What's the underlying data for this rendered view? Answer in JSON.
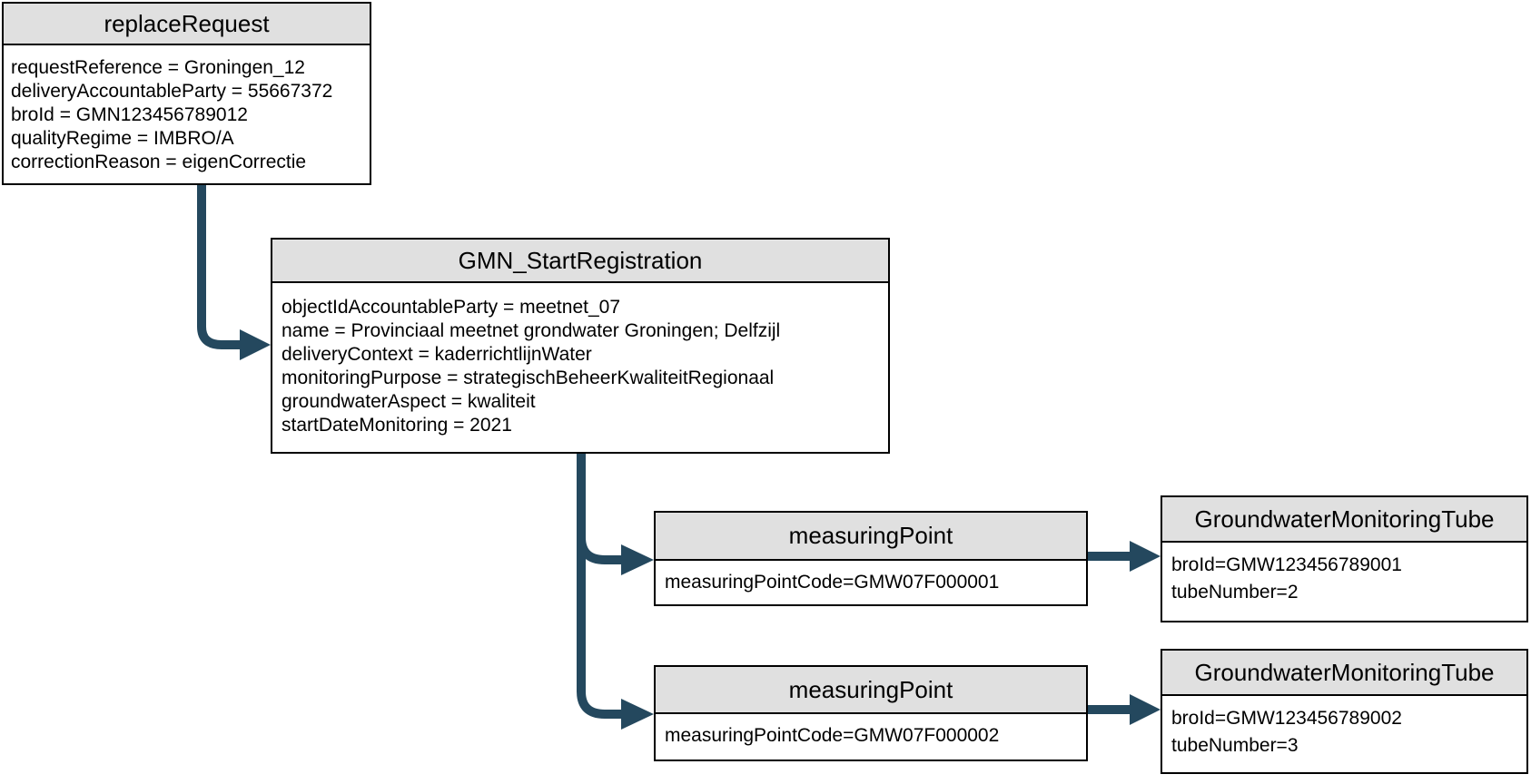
{
  "colors": {
    "arrow": "#24485E",
    "header_fill": "#E0E0E0",
    "node_border": "#000000",
    "page_background": "#FFFFFF"
  },
  "diagram": {
    "nodes": {
      "replace_request": {
        "title": "replaceRequest",
        "attributes": [
          "requestReference = Groningen_12",
          "deliveryAccountableParty = 55667372",
          "broId = GMN123456789012",
          "qualityRegime = IMBRO/A",
          "correctionReason = eigenCorrectie"
        ]
      },
      "gmn_start_registration": {
        "title": "GMN_StartRegistration",
        "attributes": [
          "objectIdAccountableParty = meetnet_07",
          "name = Provinciaal meetnet grondwater Groningen; Delfzijl",
          "deliveryContext = kaderrichtlijnWater",
          "monitoringPurpose = strategischBeheerKwaliteitRegionaal",
          "groundwaterAspect = kwaliteit",
          "startDateMonitoring = 2021"
        ]
      },
      "measuring_point_1": {
        "title": "measuringPoint",
        "attributes": [
          "measuringPointCode=GMW07F000001"
        ]
      },
      "groundwater_monitoring_tube_1": {
        "title": "GroundwaterMonitoringTube",
        "attributes": [
          "broId=GMW123456789001",
          "tubeNumber=2"
        ]
      },
      "measuring_point_2": {
        "title": "measuringPoint",
        "attributes": [
          "measuringPointCode=GMW07F000002"
        ]
      },
      "groundwater_monitoring_tube_2": {
        "title": "GroundwaterMonitoringTube",
        "attributes": [
          "broId=GMW123456789002",
          "tubeNumber=3"
        ]
      }
    }
  }
}
